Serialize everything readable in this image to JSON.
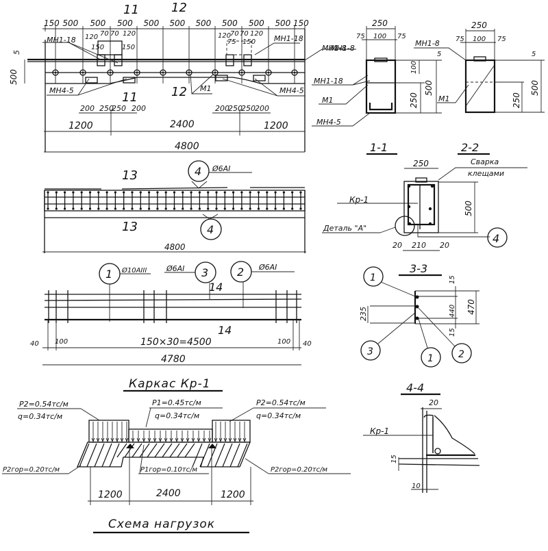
{
  "elevation": {
    "section_marks": [
      "11",
      "12"
    ],
    "top_dims": [
      "150",
      "500",
      "500",
      "500",
      "500",
      "500",
      "500",
      "500",
      "500",
      "500",
      "150"
    ],
    "left_dims": [
      "5",
      "500"
    ],
    "part_dims_left": [
      "120",
      "70",
      "70",
      "120",
      "150",
      "150"
    ],
    "part_dims_right": [
      "120",
      "70",
      "70",
      "120",
      "75",
      "150"
    ],
    "labels": {
      "mn1_18_left": "МН1-18",
      "mn1_18_right": "МН1-18",
      "mn4_5_left": "МН4-5",
      "mn4_5_right": "МН4-5",
      "m1": "М1",
      "mn1_8": "МН1-8"
    },
    "bottom_part_dims": [
      "200",
      "250",
      "250",
      "200",
      "200",
      "250",
      "250",
      "200"
    ],
    "span_dims": [
      "1200",
      "2400",
      "1200"
    ],
    "total": "4800"
  },
  "section_11": {
    "top_dims": [
      "250",
      "75",
      "100",
      "75"
    ],
    "right_dims": [
      "100",
      "500",
      "250"
    ],
    "labels": {
      "mn1_8": "МН1-8",
      "mn1_18": "МН1-18",
      "m1": "М1",
      "mn4_5": "МН4-5"
    },
    "top_step": "5"
  },
  "section_12": {
    "top_dims": [
      "250",
      "75",
      "100",
      "75"
    ],
    "right_dims": [
      "250",
      "500"
    ],
    "labels": {
      "mn1_8": "МН1-8",
      "m1": "М1"
    },
    "top_step": "5"
  },
  "plan": {
    "section_marks": [
      "13",
      "13"
    ],
    "callout": "4",
    "bar_spec": "Ø6AI",
    "total": "4800"
  },
  "section_1_1": {
    "title": "1-1",
    "title2": "2-2",
    "width": "250",
    "height": "500",
    "bottom_dims": [
      "20",
      "210",
      "20"
    ],
    "label_kr": "Кр-1",
    "label_detail": "Деталь \"А\"",
    "label_weld": [
      "Сварка",
      "клещами"
    ],
    "callout": "4"
  },
  "cage": {
    "callouts": [
      {
        "num": "1",
        "spec": "Ø10AIII"
      },
      {
        "num": "3",
        "spec": "Ø6AI"
      },
      {
        "num": "2",
        "spec": "Ø6AI"
      }
    ],
    "section_marks": [
      "14",
      "14"
    ],
    "dims": [
      "40",
      "100",
      "150×30=4500",
      "100",
      "40"
    ],
    "total": "4780",
    "title": "Каркас Кр-1"
  },
  "section_3_3": {
    "title": "3-3",
    "dims_right": [
      "15",
      "440",
      "15"
    ],
    "dim_total": "470",
    "dim_left": "235",
    "callouts": [
      "1",
      "3",
      "1",
      "2"
    ]
  },
  "section_4_4": {
    "title": "4-4",
    "label_kr": "Кр-1",
    "dims": [
      "20",
      "15",
      "10"
    ]
  },
  "loads": {
    "left_top": [
      "P2=0.54тс/м",
      "q=0.34тс/м"
    ],
    "mid_top": [
      "P1=0.45тс/м",
      "q=0.34тс/м"
    ],
    "right_top": [
      "P2=0.54тс/м",
      "q=0.34тс/м"
    ],
    "left_hor": "P2гор=0.20тс/м",
    "mid_hor": "P1гор=0.10тс/м",
    "right_hor": "P2гор=0.20тс/м",
    "span_dims": [
      "1200",
      "2400",
      "1200"
    ],
    "title": "Схема нагрузок"
  }
}
